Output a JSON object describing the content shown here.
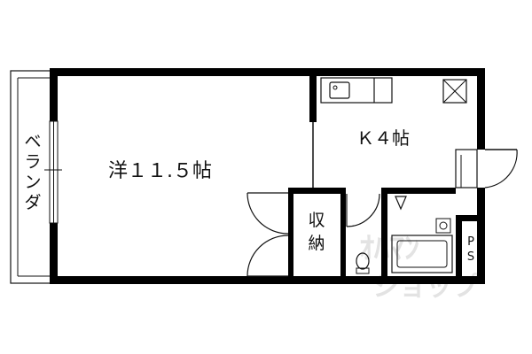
{
  "rooms": {
    "western": "洋１１.５帖",
    "kitchen": "Ｋ４帖",
    "storage_line1": "収",
    "storage_line2": "納",
    "pipe_space_line1": "P",
    "pipe_space_line2": "S"
  },
  "balcony": {
    "label_chars": [
      "ベ",
      "ラ",
      "ン",
      "ダ"
    ]
  },
  "watermark": {
    "line1": "ｵﾊﾏﾝ",
    "line2": "ショップ"
  },
  "colors": {
    "wall": "#000000",
    "line": "#111111",
    "background": "#ffffff",
    "watermark": "#e3e3e3"
  }
}
